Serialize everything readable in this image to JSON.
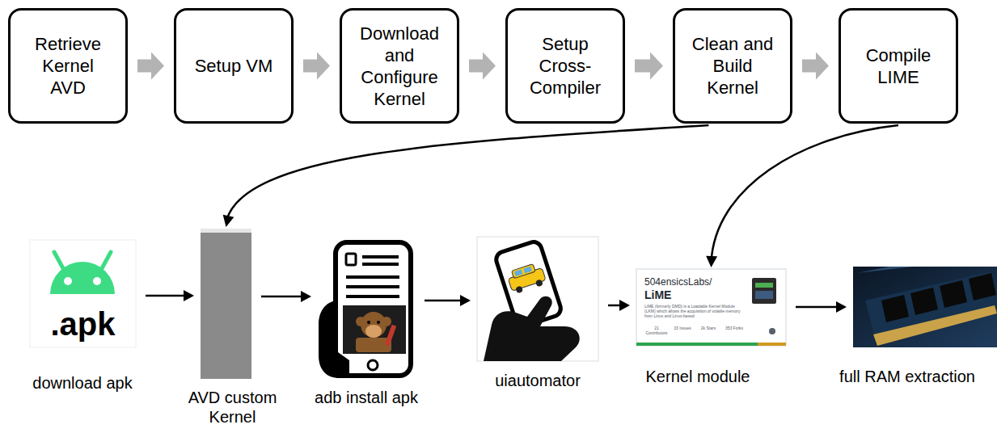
{
  "diagram": {
    "nodes": [
      {
        "text": [
          "Retrieve Kernel AVD"
        ]
      },
      {
        "text": [
          "Setup VM"
        ]
      },
      {
        "text": [
          "Download and Configure Kernel"
        ]
      },
      {
        "text": [
          "Setup Cross-Compiler"
        ]
      },
      {
        "text": [
          "Clean and Build Kernel"
        ]
      },
      {
        "text": [
          "Compile LIME"
        ]
      },
      {
        "text": [
          ".apk",
          "download apk"
        ]
      },
      {
        "text": [
          "AVD custom Kernel"
        ]
      },
      {
        "text": [
          "adb install apk"
        ]
      },
      {
        "text": [
          "uiautomator"
        ]
      },
      {
        "text": [
          "504ensicsLabs/",
          "LiME",
          "LiME (formerly DMD) is a Loadable Kernel Module (LKM) which allows the acquisition of volatile memory from Linux and Linux-based",
          "21 Contributors",
          "33 Issues",
          "2k Stars",
          "353 Forks",
          "Kernel module"
        ]
      },
      {
        "text": [
          "full RAM extraction"
        ]
      }
    ],
    "edges": [
      {
        "from": 0,
        "to": 1,
        "arrow": "to"
      },
      {
        "from": 1,
        "to": 2,
        "arrow": "to"
      },
      {
        "from": 2,
        "to": 3,
        "arrow": "to"
      },
      {
        "from": 3,
        "to": 4,
        "arrow": "to"
      },
      {
        "from": 4,
        "to": 5,
        "arrow": "to"
      },
      {
        "from": 6,
        "to": 7,
        "arrow": "to"
      },
      {
        "from": 7,
        "to": 8,
        "arrow": "to"
      },
      {
        "from": 8,
        "to": 9,
        "arrow": "to"
      },
      {
        "from": 9,
        "to": 10,
        "arrow": "to"
      },
      {
        "from": 10,
        "to": 11,
        "arrow": "to"
      },
      {
        "from": 4,
        "to": 7,
        "arrow": "to"
      },
      {
        "from": 5,
        "to": 10,
        "arrow": "to"
      }
    ]
  }
}
